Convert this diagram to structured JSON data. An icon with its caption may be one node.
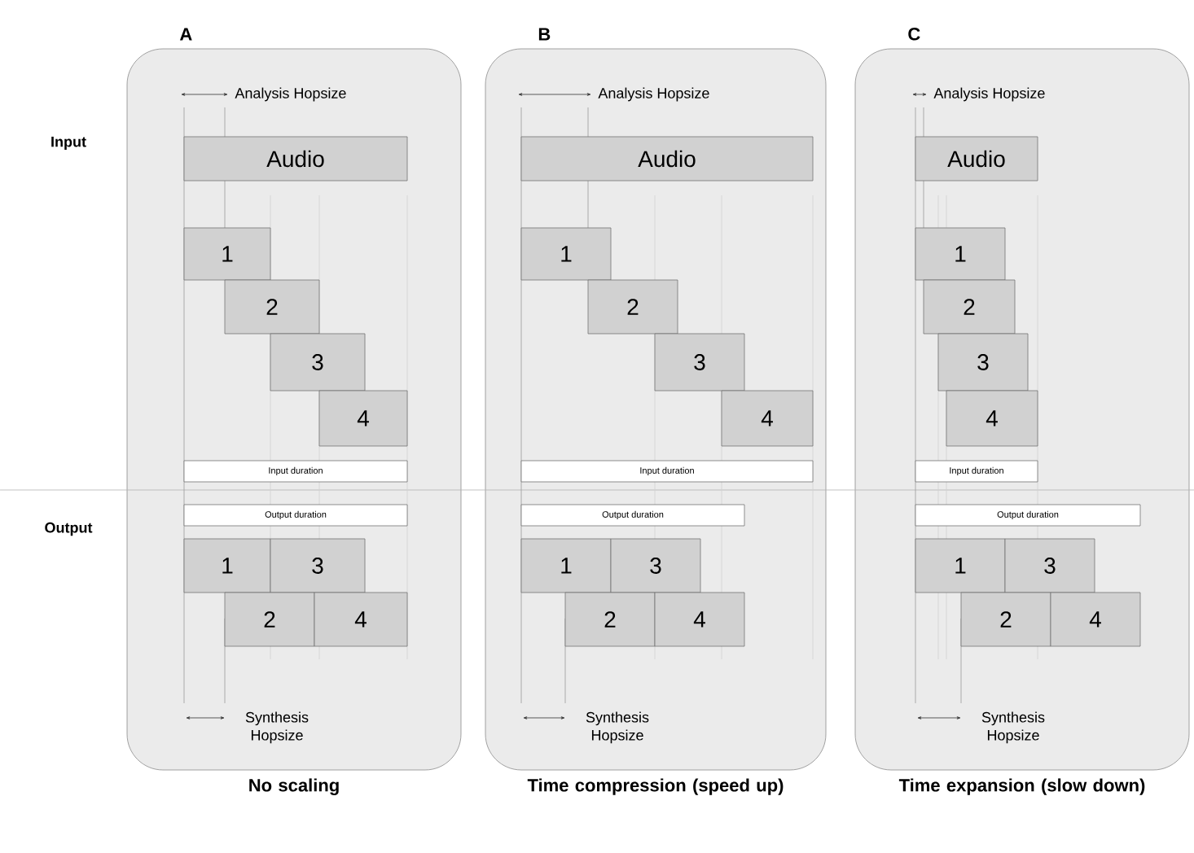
{
  "diagram": {
    "nodes": [
      {
        "text": [
          "A"
        ],
        "beside": [
          "No scaling"
        ]
      },
      {
        "text": [
          "Audio"
        ],
        "in": 0
      },
      {
        "text": [
          "1"
        ],
        "in": 0
      },
      {
        "text": [
          "2"
        ],
        "in": 0
      },
      {
        "text": [
          "3"
        ],
        "in": 0
      },
      {
        "text": [
          "4"
        ],
        "in": 0
      },
      {
        "text": [
          "Input duration"
        ],
        "in": 0
      },
      {
        "text": [
          "Output duration"
        ],
        "in": 0
      },
      {
        "text": [
          "1"
        ],
        "in": 0
      },
      {
        "text": [
          "3"
        ],
        "in": 0
      },
      {
        "text": [
          "2"
        ],
        "in": 0
      },
      {
        "text": [
          "4"
        ],
        "in": 0
      },
      {
        "text": [
          "B"
        ],
        "beside": [
          "Time compression (speed up)"
        ]
      },
      {
        "text": [
          "Audio"
        ],
        "in": 12
      },
      {
        "text": [
          "1"
        ],
        "in": 12
      },
      {
        "text": [
          "2"
        ],
        "in": 12
      },
      {
        "text": [
          "3"
        ],
        "in": 12
      },
      {
        "text": [
          "4"
        ],
        "in": 12
      },
      {
        "text": [
          "Input duration"
        ],
        "in": 12
      },
      {
        "text": [
          "Output duration"
        ],
        "in": 12
      },
      {
        "text": [
          "1"
        ],
        "in": 12
      },
      {
        "text": [
          "3"
        ],
        "in": 12
      },
      {
        "text": [
          "2"
        ],
        "in": 12
      },
      {
        "text": [
          "4"
        ],
        "in": 12
      },
      {
        "text": [
          "C"
        ],
        "beside": [
          "Time expansion (slow down)"
        ]
      },
      {
        "text": [
          "Audio"
        ],
        "in": 24
      },
      {
        "text": [
          "1"
        ],
        "in": 24
      },
      {
        "text": [
          "2"
        ],
        "in": 24
      },
      {
        "text": [
          "3"
        ],
        "in": 24
      },
      {
        "text": [
          "4"
        ],
        "in": 24
      },
      {
        "text": [
          "Input duration"
        ],
        "in": 24
      },
      {
        "text": [
          "Output duration"
        ],
        "in": 24
      },
      {
        "text": [
          "1"
        ],
        "in": 24
      },
      {
        "text": [
          "3"
        ],
        "in": 24
      },
      {
        "text": [
          "2"
        ],
        "in": 24
      },
      {
        "text": [
          "4"
        ],
        "in": 24
      }
    ],
    "edges": [],
    "labels": [
      "Analysis Hopsize",
      "Analysis Hopsize",
      "Analysis Hopsize",
      "Input",
      "Output",
      "Synthesis Hopsize",
      "Synthesis Hopsize",
      "Synthesis Hopsize"
    ]
  }
}
